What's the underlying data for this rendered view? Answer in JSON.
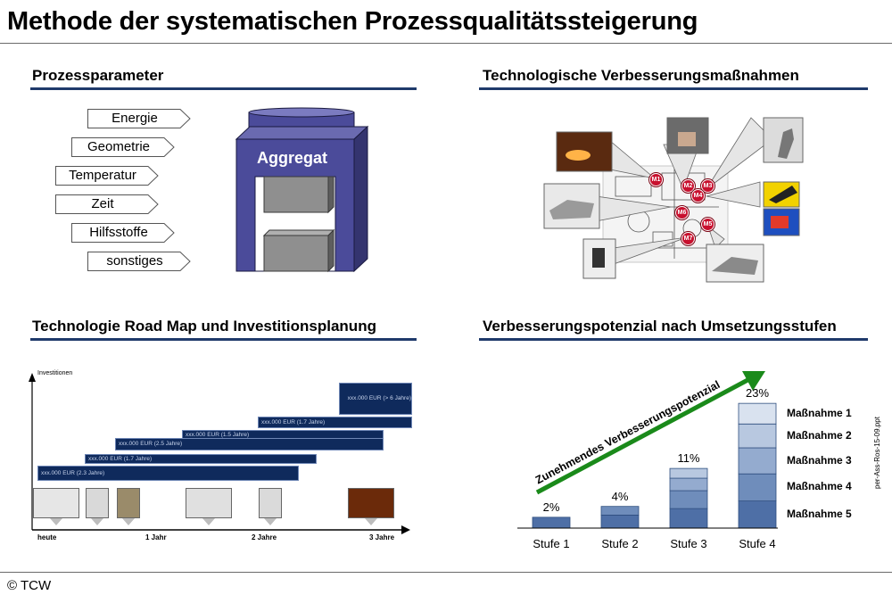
{
  "page_title": "Methode der systematischen Prozessqualitätssteigerung",
  "footer": {
    "copyright": "© TCW",
    "doc_id": "per-Ass-Ros-15-09.ppt"
  },
  "colors": {
    "navy": "#1f3a6b",
    "bar_dark": "#0f2a5c",
    "aggregate_purple": "#4b4b9a",
    "marker_red": "#c8102e",
    "arrow_green": "#1a8a1a"
  },
  "sections": {
    "params": {
      "title": "Prozessparameter",
      "items": [
        "Energie",
        "Geometrie",
        "Temperatur",
        "Zeit",
        "Hilfsstoffe",
        "sonstiges"
      ],
      "aggregate_label": "Aggregat"
    },
    "tech": {
      "title": "Technologische Verbesserungsmaßnahmen",
      "markers": [
        "M1",
        "M2",
        "M3",
        "M4",
        "M5",
        "M6",
        "M7"
      ]
    },
    "roadmap": {
      "title": "Technologie Road Map und Investitionsplanung",
      "y_axis_label": "Investitionen",
      "bars": [
        "xxx.000 EUR (> 6 Jahre)",
        "xxx.000 EUR (1.7 Jahre)",
        "xxx.000 EUR (1.5 Jahre)",
        "xxx.000 EUR (2.5 Jahre)",
        "xxx.000 EUR (1.7 Jahre)",
        "xxx.000 EUR (2.3 Jahre)"
      ],
      "x_ticks": [
        "heute",
        "1 Jahr",
        "2 Jahre",
        "3 Jahre"
      ]
    },
    "potential": {
      "title": "Verbesserungspotenzial nach Umsetzungsstufen",
      "arrow_label": "Zunehmendes Verbesserungspotenzial"
    }
  },
  "chart_data": {
    "type": "bar",
    "stacked": true,
    "categories": [
      "Stufe 1",
      "Stufe 2",
      "Stufe 3",
      "Stufe 4"
    ],
    "totals": [
      2,
      4,
      11,
      23
    ],
    "total_labels": [
      "2%",
      "4%",
      "11%",
      "23%"
    ],
    "series": [
      {
        "name": "Maßnahme 5",
        "values": [
          2,
          2.4,
          3.6,
          5
        ]
      },
      {
        "name": "Maßnahme 4",
        "values": [
          0,
          1.6,
          3.3,
          5
        ]
      },
      {
        "name": "Maßnahme 3",
        "values": [
          0,
          0,
          2.3,
          4.8
        ]
      },
      {
        "name": "Maßnahme 2",
        "values": [
          0,
          0,
          1.8,
          4.4
        ]
      },
      {
        "name": "Maßnahme 1",
        "values": [
          0,
          0,
          0,
          3.8
        ]
      }
    ],
    "series_colors": [
      "#4e6fa6",
      "#6f8dbb",
      "#94abcf",
      "#b8c8e0",
      "#d9e2ef"
    ],
    "ylim": [
      0,
      25
    ]
  }
}
